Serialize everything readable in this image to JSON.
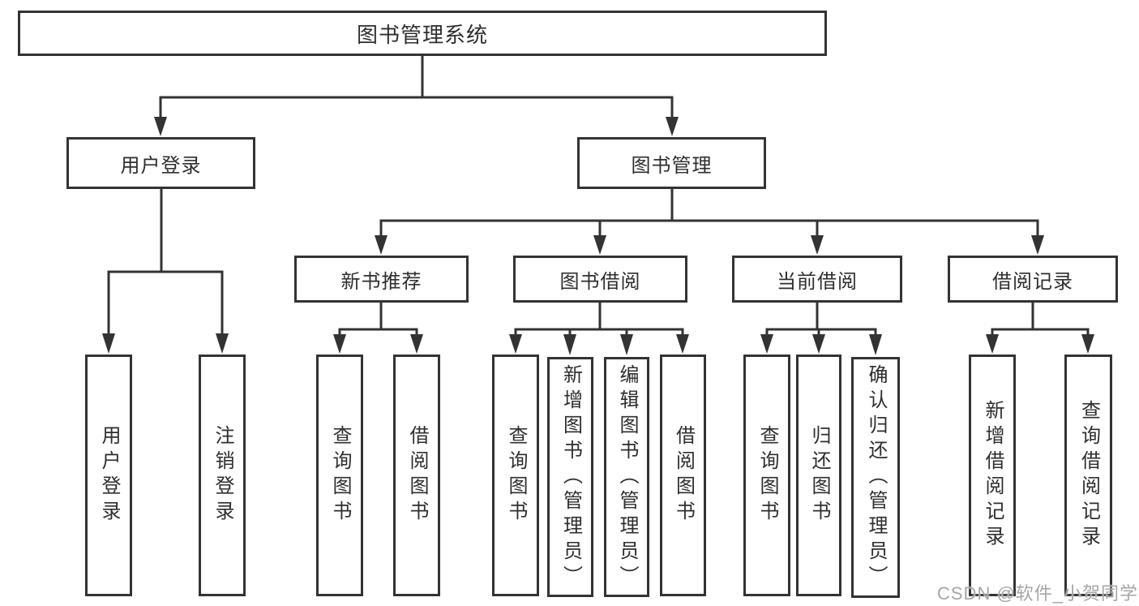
{
  "tree": {
    "root": {
      "label": "图书管理系统"
    },
    "branches": [
      {
        "label": "用户登录",
        "children": [
          {
            "label": "用户登录"
          },
          {
            "label": "注销登录"
          }
        ]
      },
      {
        "label": "图书管理",
        "groups": [
          {
            "label": "新书推荐",
            "children": [
              {
                "label": "查询图书"
              },
              {
                "label": "借阅图书"
              }
            ]
          },
          {
            "label": "图书借阅",
            "children": [
              {
                "label": "查询图书"
              },
              {
                "label": "新增图书（管理员）"
              },
              {
                "label": "编辑图书（管理员）"
              },
              {
                "label": "借阅图书"
              }
            ]
          },
          {
            "label": "当前借阅",
            "children": [
              {
                "label": "查询图书"
              },
              {
                "label": "归还图书"
              },
              {
                "label": "确认归还（管理员）"
              }
            ]
          },
          {
            "label": "借阅记录",
            "children": [
              {
                "label": "新增借阅记录"
              },
              {
                "label": "查询借阅记录"
              }
            ]
          }
        ]
      }
    ]
  },
  "watermark": {
    "text": "CSDN @软件_小贺同学"
  },
  "colors": {
    "line": "#333333",
    "text": "#2e2e2e",
    "watermark": "#a6a6a6",
    "background": "#ffffff"
  }
}
